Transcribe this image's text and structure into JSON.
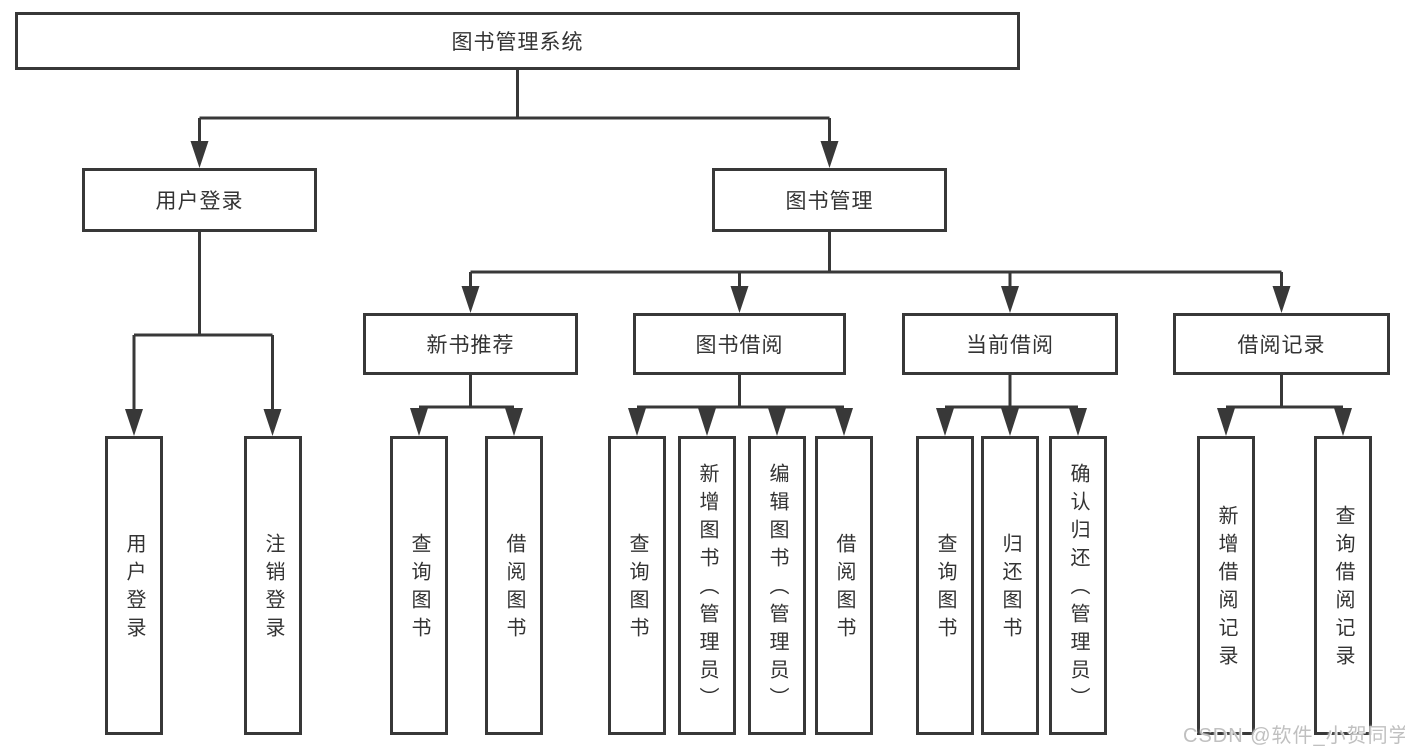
{
  "diagram": {
    "root": "图书管理系统",
    "branches": {
      "user_login": "用户登录",
      "book_management": "图书管理"
    },
    "book_management_children": {
      "new_book_recommend": "新书推荐",
      "book_borrowing": "图书借阅",
      "current_borrowing": "当前借阅",
      "borrowing_records": "借阅记录"
    },
    "leaves": {
      "user_login": "用户登录",
      "logout": "注销登录",
      "recommend_query_books": "查询图书",
      "recommend_borrow_books": "借阅图书",
      "borrowing_query_books": "查询图书",
      "borrowing_add_books": "新增图书（管理员）",
      "borrowing_edit_books": "编辑图书（管理员）",
      "borrowing_borrow_books": "借阅图书",
      "current_query_books": "查询图书",
      "current_return_books": "归还图书",
      "current_confirm_return": "确认归还（管理员）",
      "records_add_record": "新增借阅记录",
      "records_query_record": "查询借阅记录"
    }
  },
  "watermark": "CSDN @软件_小贺同学",
  "colors": {
    "line": "#383838",
    "box_background": "#ffffff",
    "text": "#333333",
    "watermark": "#c0c0c0"
  }
}
